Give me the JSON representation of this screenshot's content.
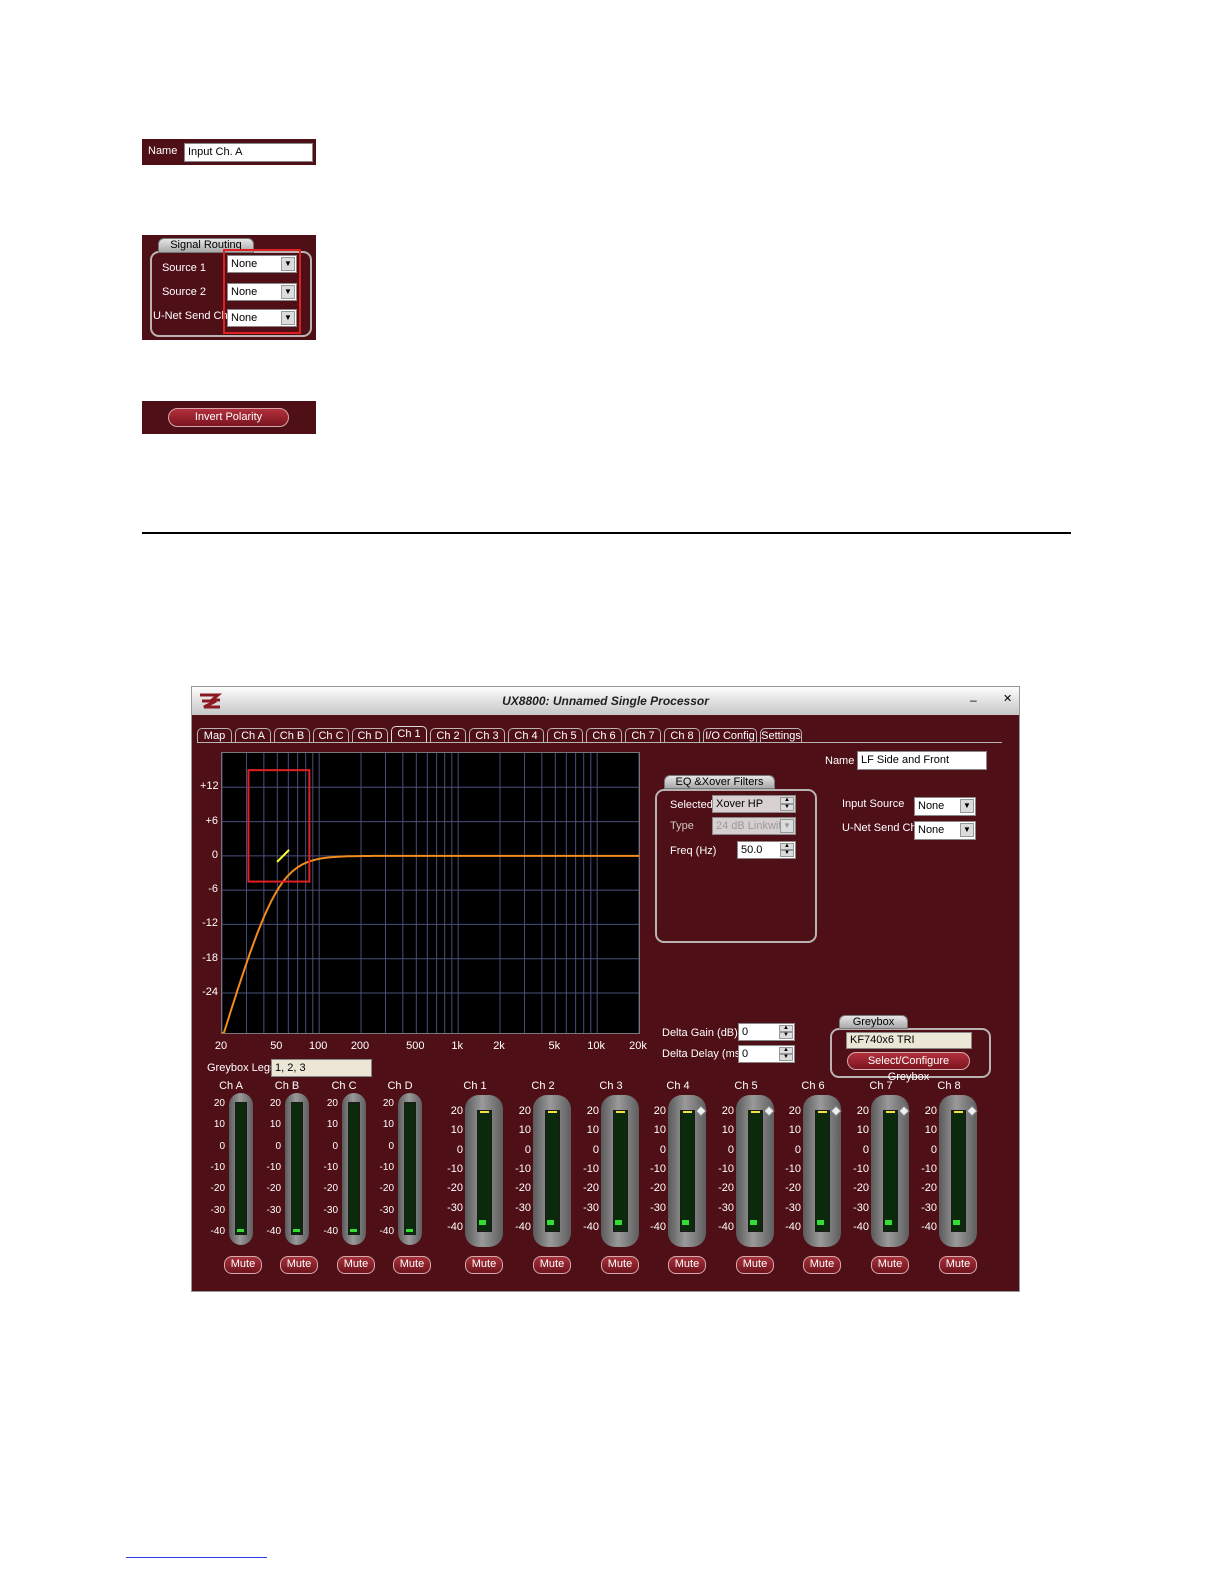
{
  "snippet_name": {
    "label": "Name",
    "value": "Input Ch. A"
  },
  "snippet_routing": {
    "group_title": "Signal Routing",
    "rows": [
      {
        "label": "Source 1",
        "value": "None"
      },
      {
        "label": "Source 2",
        "value": "None"
      },
      {
        "label": "U-Net Send Ch",
        "value": "None"
      }
    ]
  },
  "snippet_invert": {
    "label": "Invert Polarity"
  },
  "window": {
    "title": "UX8800: Unnamed Single Processor",
    "minimize": "–",
    "close": "✕",
    "tabs": [
      "Map",
      "Ch A",
      "Ch B",
      "Ch C",
      "Ch D",
      "Ch 1",
      "Ch 2",
      "Ch 3",
      "Ch 4",
      "Ch 5",
      "Ch 6",
      "Ch 7",
      "Ch 8",
      "I/O Config",
      "Settings"
    ],
    "active_tab": "Ch 1"
  },
  "plot": {
    "y_ticks": [
      "+12",
      "+6",
      "0",
      "-6",
      "-12",
      "-18",
      "-24"
    ],
    "x_ticks": [
      "20",
      "50",
      "100",
      "200",
      "500",
      "1k",
      "2k",
      "5k",
      "10k",
      "20k"
    ],
    "curve_color": "#f28c1e",
    "marker_color": "#ffff33"
  },
  "eq": {
    "group_title": "EQ &Xover Filters",
    "selected_label": "Selected",
    "selected_value": "Xover HP",
    "type_label": "Type",
    "type_value": "24 dB Linkwit",
    "freq_label": "Freq (Hz)",
    "freq_value": "50.0"
  },
  "name_field": {
    "label": "Name",
    "value": "LF Side and Front"
  },
  "routing": {
    "input_source_label": "Input Source",
    "input_source_value": "None",
    "unet_label": "U-Net Send Ch",
    "unet_value": "None"
  },
  "delta": {
    "gain_label": "Delta Gain (dB)",
    "gain_value": "0",
    "delay_label": "Delta Delay (ms)",
    "delay_value": "0"
  },
  "greybox": {
    "group_title": "Greybox",
    "model": "KF740x6 TRI",
    "button_label": "Select/Configure Greybox",
    "legs_label": "Greybox Legs",
    "legs_value": "1, 2, 3"
  },
  "input_meters": {
    "channels": [
      "Ch A",
      "Ch B",
      "Ch C",
      "Ch D"
    ],
    "scale": [
      "20",
      "10",
      "0",
      "-10",
      "-20",
      "-30",
      "-40"
    ],
    "mute_label": "Mute"
  },
  "output_meters": {
    "channels": [
      "Ch 1",
      "Ch 2",
      "Ch 3",
      "Ch 4",
      "Ch 5",
      "Ch 6",
      "Ch 7",
      "Ch 8"
    ],
    "scale": [
      "20",
      "10",
      "0",
      "-10",
      "-20",
      "-30",
      "-40"
    ],
    "mute_label": "Mute"
  }
}
